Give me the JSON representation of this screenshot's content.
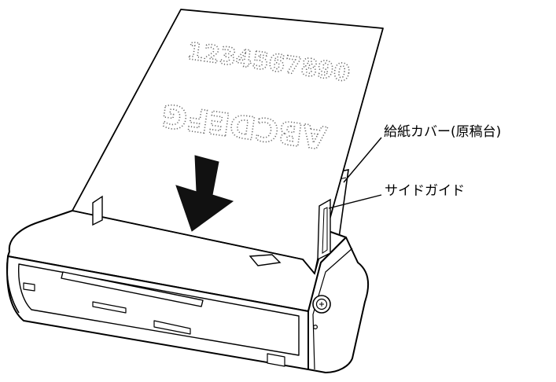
{
  "labels": {
    "paper_cover": "給紙カバー(原稿台)",
    "side_guide": "サイドガイド"
  },
  "document_text": {
    "line1": "1234567890",
    "line2": "ABCDEFG"
  },
  "colors": {
    "outline": "#000000",
    "paper": "#ffffff",
    "arrow": "#111111",
    "dotted_text": "#6b6b6b"
  },
  "icons": {
    "arrow": "down-arrow-icon",
    "power": "power-button-icon"
  }
}
